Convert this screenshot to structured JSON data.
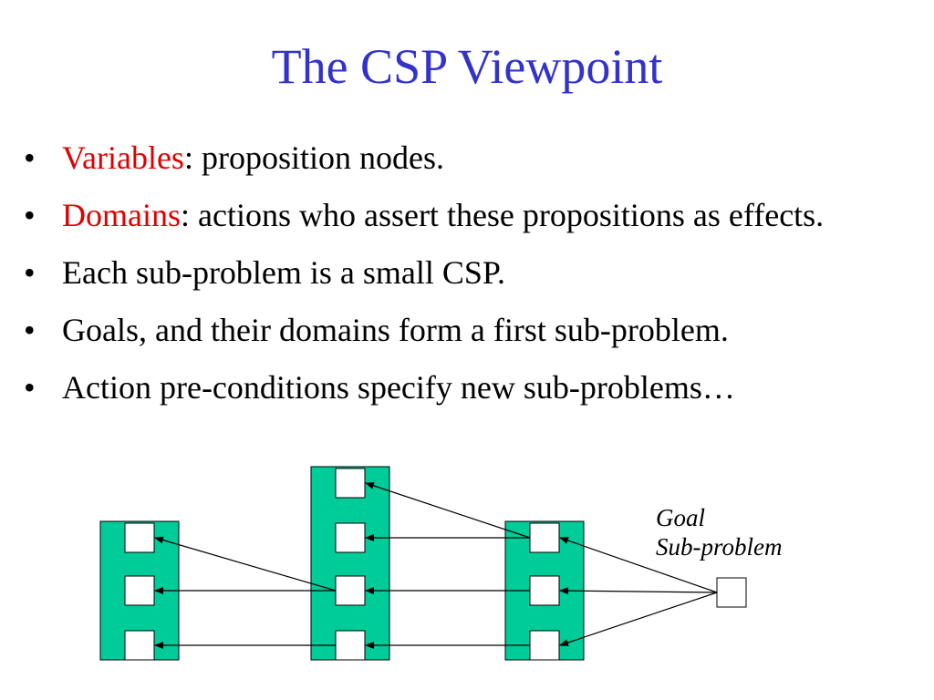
{
  "slide": {
    "title": "The CSP Viewpoint",
    "title_color": "#3333cc",
    "highlight_color": "#e00000",
    "bullet_char": "•",
    "bullets": [
      {
        "term": "Variables",
        "text": ": proposition nodes."
      },
      {
        "term": "Domains",
        "text": ": actions who assert these propositions as effects."
      },
      {
        "term": "",
        "text": "Each sub-problem is a small CSP."
      },
      {
        "term": "",
        "text": "Goals, and their domains form a first sub-problem."
      },
      {
        "term": "",
        "text": "Action pre-conditions specify new sub-problems…"
      }
    ]
  },
  "diagram": {
    "column_color": "#00cc99",
    "goal_label_line1": "Goal",
    "goal_label_line2": "Sub-problem"
  }
}
